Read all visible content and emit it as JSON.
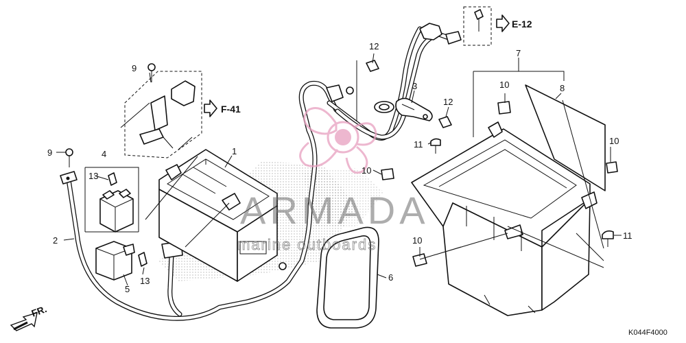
{
  "callouts": {
    "c1": "1",
    "c2": "2",
    "c3": "3",
    "c4": "4",
    "c5": "5",
    "c6": "6",
    "c7": "7",
    "c8": "8",
    "c9a": "9",
    "c9b": "9",
    "c10a": "10",
    "c10b": "10",
    "c10c": "10",
    "c10d": "10",
    "c11a": "11",
    "c11b": "11",
    "c12a": "12",
    "c12b": "12",
    "c13a": "13",
    "c13b": "13"
  },
  "references": {
    "ref_e12": "E-12",
    "ref_f41": "F-41",
    "fr": "FR."
  },
  "diagram_code": "K044F4000",
  "watermark": {
    "brand": "ARMADA",
    "tagline": "marine outboards",
    "color": "#e8a0bf"
  }
}
